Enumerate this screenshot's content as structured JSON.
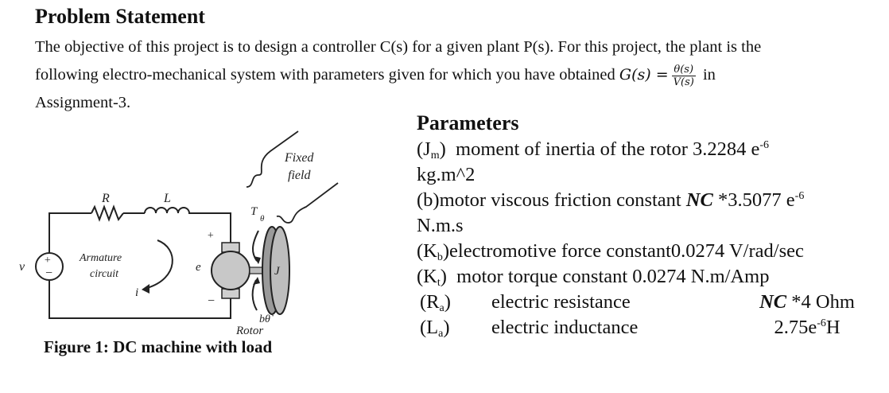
{
  "header": {
    "title": "Problem Statement"
  },
  "intro": {
    "line1": "The objective of this project is to design a controller C(s) for a given plant P(s). For this project, the plant is the",
    "line2_before": "following electro-mechanical system with parameters given for which you have obtained",
    "equation": "G(s) =",
    "frac_num": "θ(s)",
    "frac_den": "V(s)",
    "line2_after": "in",
    "line3": "Assignment-3."
  },
  "figure": {
    "caption": "Figure 1: DC machine with load",
    "labels": {
      "R": "R",
      "L": "L",
      "v": "v",
      "plus": "+",
      "minus": "−",
      "armature1": "Armature",
      "armature2": "circuit",
      "i": "i",
      "e": "e",
      "fixed1": "Fixed",
      "fixed2": "field",
      "T": "T",
      "theta": "θ",
      "J": "J",
      "btheta": "bθ̇",
      "rotor": "Rotor"
    }
  },
  "parameters": {
    "heading": "Parameters",
    "jm": {
      "sym": "m",
      "text": "moment of inertia of the rotor 3.2284 e",
      "exp": "-6",
      "unit": "kg.m^2"
    },
    "b": {
      "text1": "(b)motor viscous friction constant ",
      "nc": "NC",
      "text2": " *3.5077 e",
      "exp": "-6",
      "unit": "N.m.s"
    },
    "kb": {
      "sym": "b",
      "text": "electromotive force constant0.0274 V/rad/sec"
    },
    "kt": {
      "sym": "t",
      "text": "motor torque constant 0.0274 N.m/Amp"
    },
    "ra": {
      "sym": "a",
      "name": "electric resistance",
      "nc": "NC",
      "value": " *4 Ohm"
    },
    "la": {
      "sym": "a",
      "name": "electric inductance",
      "value_pre": "2.75e",
      "exp": "-6",
      "value_post": "H"
    }
  }
}
